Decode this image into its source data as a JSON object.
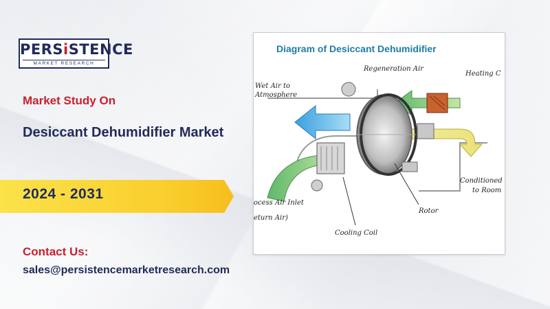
{
  "brand": {
    "logo_prefix": "PERS",
    "logo_i": "i",
    "logo_suffix": "STENCE",
    "logo_subtitle": "MARKET RESEARCH",
    "color_navy": "#1f2b5a",
    "color_red": "#c8202f",
    "color_yellow": "#f9cf2d"
  },
  "hero": {
    "study_label": "Market Study On",
    "market_title": "Desiccant Dehumidifier Market",
    "years": "2024 - 2031"
  },
  "contact": {
    "label": "Contact Us:",
    "email": "sales@persistencemarketresearch.com"
  },
  "diagram": {
    "title": "Diagram of Desiccant Dehumidifier",
    "labels": {
      "wet_air": [
        "Wet Air to",
        "Atmosphere"
      ],
      "regeneration": "Regeneration Air",
      "heating": "Heating C",
      "conditioned": [
        "Conditioned",
        "to Room"
      ],
      "process_air": [
        "ocess Air Inlet",
        "eturn Air)"
      ],
      "rotor": "Rotor",
      "cooling": "Cooling Coil"
    }
  }
}
